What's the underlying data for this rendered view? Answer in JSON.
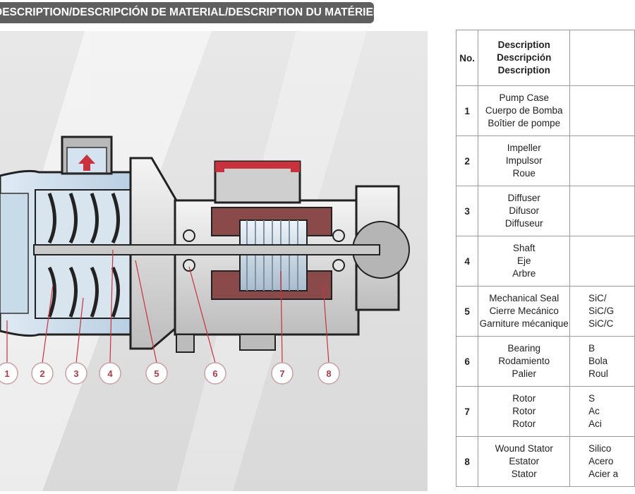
{
  "header": {
    "title": "DESCRIPTION/DESCRIPCIÓN DE MATERIAL/DESCRIPTION DU MATÉRIEL"
  },
  "colors": {
    "header_bg": "#5f5f5f",
    "callout_stroke": "#c9a1a5",
    "callout_text": "#b03a48",
    "accent_red": "#c8323c"
  },
  "diagram": {
    "callouts": [
      "1",
      "2",
      "3",
      "4",
      "5",
      "6",
      "7",
      "8"
    ]
  },
  "table": {
    "col_no": "No.",
    "col_desc": [
      "Description",
      "Descripción",
      "Description"
    ],
    "rows": [
      {
        "no": "1",
        "desc": [
          "Pump Case",
          "Cuerpo de Bomba",
          "Boîtier de pompe"
        ],
        "mat": [
          "",
          "",
          ""
        ]
      },
      {
        "no": "2",
        "desc": [
          "Impeller",
          "Impulsor",
          "Roue"
        ],
        "mat": [
          "",
          "",
          ""
        ]
      },
      {
        "no": "3",
        "desc": [
          "Diffuser",
          "Difusor",
          "Diffuseur"
        ],
        "mat": [
          "",
          "",
          ""
        ]
      },
      {
        "no": "4",
        "desc": [
          "Shaft",
          "Eje",
          "Arbre"
        ],
        "mat": [
          "",
          "",
          ""
        ]
      },
      {
        "no": "5",
        "desc": [
          "Mechanical Seal",
          "Cierre Mecánico",
          "Garniture mécanique"
        ],
        "mat": [
          "SiC/",
          "SiC/G",
          "SiC/C"
        ]
      },
      {
        "no": "6",
        "desc": [
          "Bearing",
          "Rodamiento",
          "Palier"
        ],
        "mat": [
          "B",
          "Bola",
          "Roul"
        ]
      },
      {
        "no": "7",
        "desc": [
          "Rotor",
          "Rotor",
          "Rotor"
        ],
        "mat": [
          "S",
          "Ac",
          "Aci"
        ]
      },
      {
        "no": "8",
        "desc": [
          "Wound Stator",
          "Estator",
          "Stator"
        ],
        "mat": [
          "Silico",
          "Acero",
          "Acier a"
        ]
      }
    ]
  }
}
